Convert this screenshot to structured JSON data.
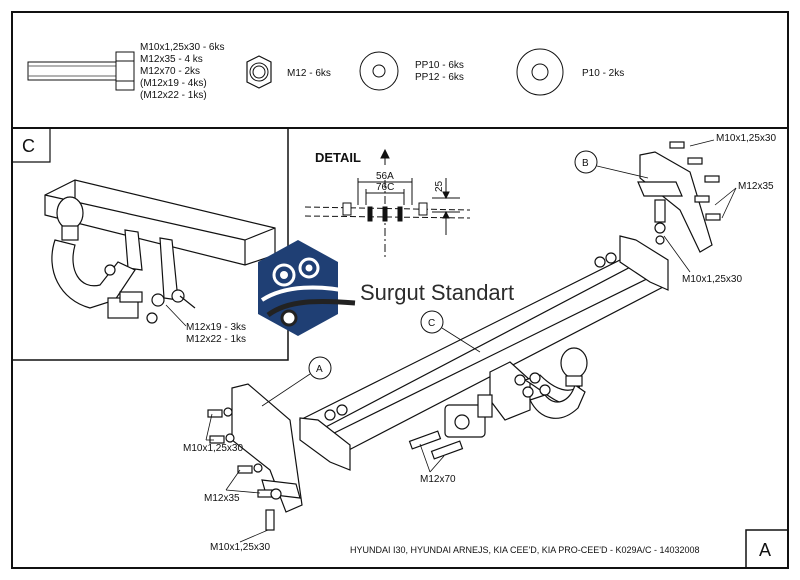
{
  "hardware": {
    "bolt_labels": [
      "M10x1,25x30 - 6ks",
      "M12x35 - 4 ks",
      "M12x70 - 2ks",
      "(M12x19 - 4ks)",
      "(M12x22 - 1ks)"
    ],
    "nut_label": "M12 - 6ks",
    "washer_pp_labels": [
      "PP10 - 6ks",
      "PP12 - 6ks"
    ],
    "washer_p_label": "P10 - 2ks"
  },
  "inset_c": {
    "letter": "C",
    "bolt_labels": [
      "M12x19 - 3ks",
      "M12x22 - 1ks"
    ]
  },
  "detail": {
    "title": "DETAIL",
    "dim_56": "56A",
    "dim_76": "76C",
    "dim_25": "25"
  },
  "callouts": {
    "a": "A",
    "b": "B",
    "c": "C"
  },
  "labels": {
    "m10_top": "M10x1,25x30",
    "m12x35_right": "M12x35",
    "m10_mid_right": "M10x1,25x30",
    "m10_left": "M10x1,25x30",
    "m12x35_left": "M12x35",
    "m10_bottom": "M10x1,25x30",
    "m12x70": "M12x70"
  },
  "watermark": "Surgut Standart",
  "footer": "HYUNDAI I30, HYUNDAI ARNEJS, KIA CEE'D, KIA PRO-CEE'D - K029A/C - 14032008",
  "corner_letter": "A",
  "colors": {
    "line": "#111111",
    "logo_blue": "#1f3f74",
    "logo_dark": "#222222"
  }
}
